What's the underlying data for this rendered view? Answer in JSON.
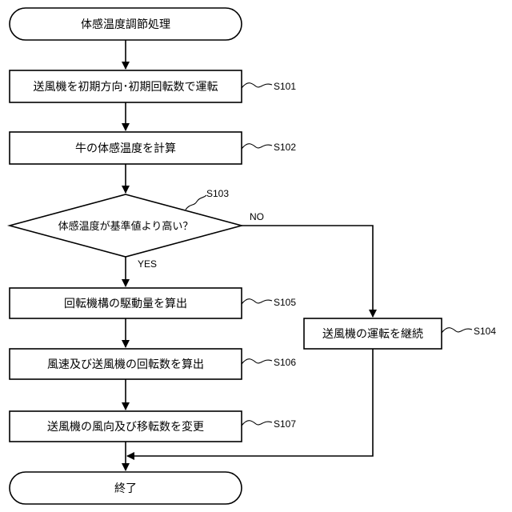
{
  "flowchart": {
    "start_label": "体感温度調節処理",
    "end_label": "終了",
    "steps": {
      "s101": {
        "text": "送風機を初期方向･初期回転数で運転",
        "id": "S101"
      },
      "s102": {
        "text": "牛の体感温度を計算",
        "id": "S102"
      },
      "s103": {
        "text": "体感温度が基準値より高い？",
        "id": "S103"
      },
      "s104": {
        "text": "送風機の運転を継続",
        "id": "S104"
      },
      "s105": {
        "text": "回転機構の駆動量を算出",
        "id": "S105"
      },
      "s106": {
        "text": "風速及び送風機の回転数を算出",
        "id": "S106"
      },
      "s107": {
        "text": "送風機の風向及び移転数を変更",
        "id": "S107"
      }
    },
    "branches": {
      "yes": "YES",
      "no": "NO"
    }
  }
}
